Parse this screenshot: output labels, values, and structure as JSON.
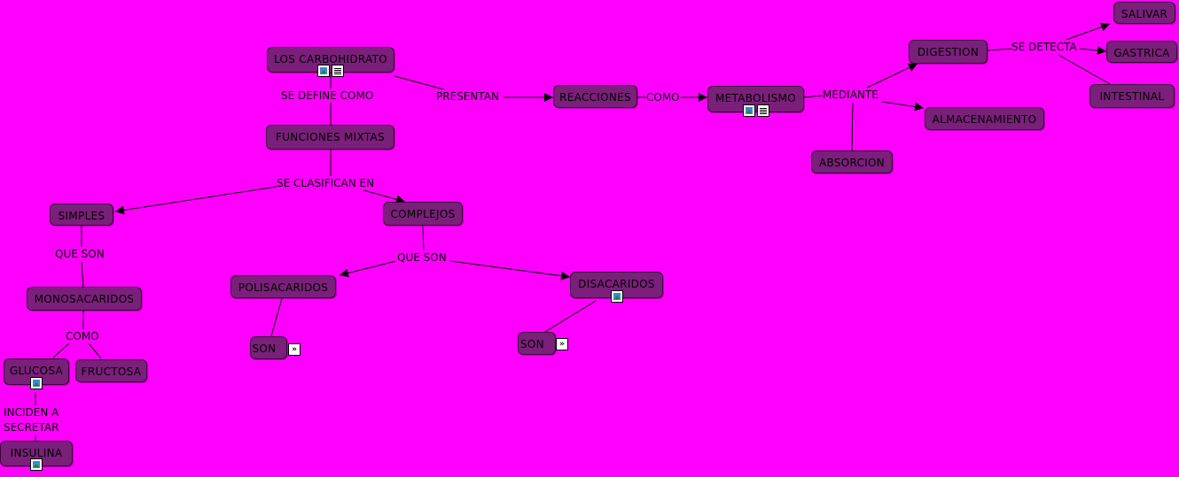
{
  "nodes": {
    "carbohidrato": "LOS CARBOHIDRATO",
    "funciones": "FUNCIONES MIXTAS",
    "reacciones": "REACCIONES",
    "metabolismo": "METABOLISMO",
    "digestion": "DIGESTION",
    "almacenamiento": "ALMACENAMIENTO",
    "absorcion": "ABSORCION",
    "salivar": "SALIVAR",
    "gastrica": "GASTRICA",
    "intestinal": "INTESTINAL",
    "simples": "SIMPLES",
    "complejos": "COMPLEJOS",
    "monosacaridos": "MONOSACARIDOS",
    "polisacaridos": "POLISACARIDOS",
    "disacaridos": "DISACARIDOS",
    "son1": "SON",
    "son2": "SON",
    "glucosa": "GLUCOSA",
    "fructosa": "FRUCTOSA",
    "insulina": "INSULINA"
  },
  "links": {
    "se_define_como": "SE DEFINE COMO",
    "presentan": "PRESENTAN",
    "como1": "COMO",
    "mediante": "MEDIANTE",
    "se_detecta": "SE DETECTA",
    "se_clasifican_en": "SE CLASIFICAN EN",
    "que_son1": "QUE SON",
    "que_son2": "QUE SON",
    "como2": "COMO",
    "inciden_a": "INCIDEN A",
    "secretar": "SECRETAR"
  },
  "icons": {
    "image": "image-resource-icon",
    "doc": "document-resource-icon",
    "expand": "expand-arrows-icon",
    "expand_glyph": "»"
  },
  "colors": {
    "background": "#ff00ff",
    "node_fill": "#7a1f7a",
    "line": "#000000"
  }
}
